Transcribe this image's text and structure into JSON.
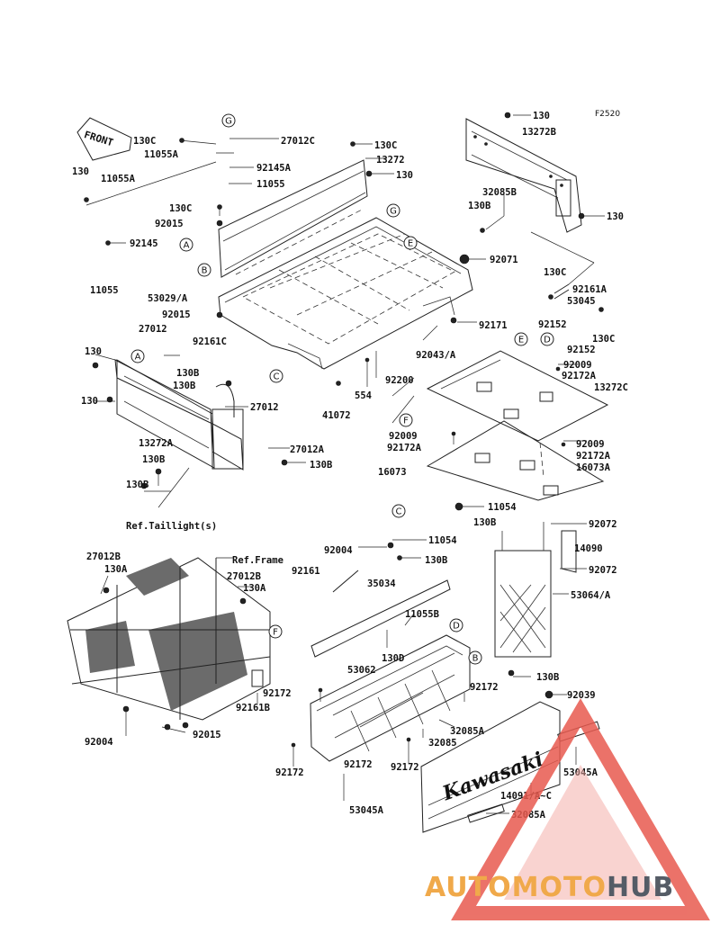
{
  "diagram": {
    "code": "F2520",
    "front_label": "FRONT",
    "ref_taillight": "Ref.Taillight(s)",
    "ref_frame": "Ref.Frame",
    "tailgate_brand": "Kawasaki",
    "callout_letters": [
      "A",
      "B",
      "C",
      "D",
      "E",
      "F",
      "G"
    ],
    "part_labels": [
      "130",
      "13272B",
      "130C",
      "27012C",
      "11055A",
      "92145A",
      "11055",
      "130C",
      "13272",
      "130",
      "130",
      "11055A",
      "32085B",
      "130B",
      "130",
      "130C",
      "92015",
      "92145",
      "92071",
      "11055",
      "130C",
      "92161A",
      "53045",
      "53029/A",
      "92015",
      "92152",
      "92171",
      "130",
      "27012",
      "92161C",
      "130B",
      "92043/A",
      "92152",
      "130C",
      "92009",
      "92172A",
      "130B",
      "554",
      "92200",
      "27012",
      "13272C",
      "130",
      "41072",
      "13272A",
      "92009",
      "92172A",
      "27012A",
      "130B",
      "92009",
      "92172A",
      "16073",
      "16073A",
      "130B",
      "130B",
      "11054",
      "130B",
      "92072",
      "92004",
      "11054",
      "14090",
      "92161",
      "130B",
      "92072",
      "27012B",
      "130A",
      "35034",
      "53064/A",
      "27012B",
      "130A",
      "11055B",
      "130D",
      "53062",
      "130B",
      "92172",
      "92172",
      "92039",
      "92161B",
      "32085A",
      "32085",
      "92004",
      "92015",
      "92172",
      "92172",
      "92172",
      "53045A",
      "14091/A~C",
      "32085A",
      "53045A"
    ]
  },
  "watermark": {
    "auto": "AUTOMOTO",
    "hub": "HUB",
    "accent_color": "#f0a94a",
    "triangle_color": "#e85a4f",
    "hub_color": "#555c66"
  }
}
